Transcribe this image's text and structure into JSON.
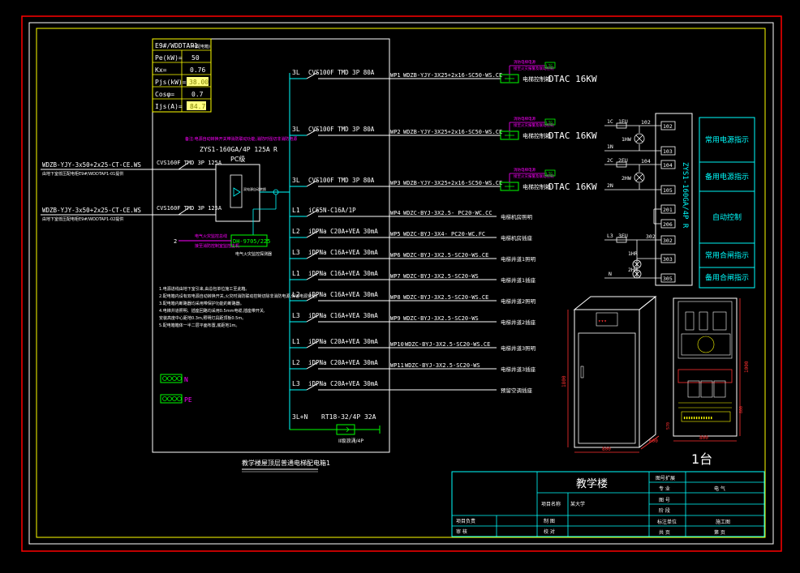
{
  "colors": {
    "background": "#000000",
    "frame_outer": "#ff0000",
    "frame_inner": "#ffffff",
    "frame_yellow": "#ffff00",
    "cyan": "#00ffff",
    "white": "#ffffff",
    "yellow": "#ffff00",
    "green": "#00ff00",
    "magenta": "#ff00ff",
    "red": "#ff3030"
  },
  "load_table": {
    "header": "E9#/WDDTAP1",
    "header_note": "#(配电箱)",
    "rows": [
      {
        "label": "Pe(kW)=",
        "value": "50"
      },
      {
        "label": "Kx=",
        "value": "0.76"
      },
      {
        "label": "Pjs(kW)=",
        "value": "38.00"
      },
      {
        "label": "Cosφ=",
        "value": "0.7"
      },
      {
        "label": "Ijs(A)=",
        "value": "84.7"
      }
    ]
  },
  "incoming": {
    "feed1_cable": "WDZB-YJY-3x50+2x25-CT-CE.WS",
    "feed1_note": "由地下室低压配电柜E9#/WDDTAP1-01提供",
    "feed1_breaker": "CVS160F TMD 3P 125A",
    "feed2_cable": "WDZB-YJY-3x50+2x25-CT-CE.WS",
    "feed2_note": "由地下室低压配电柜E9#/WDDTAP1-02提供",
    "feed2_breaker": "CVS160F TMD 3P 125A",
    "ats_model": "ZYS1-160GA/4P 125A",
    "ats_r": "R",
    "ats_pc": "PC级",
    "ats_inner": "双电源自动转换",
    "magenta_note": "备注:电源自动转换开关带消防联动功能,消防时强切非消防电源",
    "fire_monitor_label": "DH-9705/225",
    "fire_monitor_note": "电气火灾监控探测器",
    "fire_line_num": "2",
    "fire_line_note1": "电气火灾监控总线",
    "fire_line_note2": "接至消防控制室监控主机"
  },
  "circuits": [
    {
      "phase": "3L",
      "breaker": "CVS100F TMD 3P 80A",
      "code": "WP1",
      "cable": "WDZB-YJY-3X25+2x16-SC50-WS.CE",
      "load": "电梯控制箱",
      "rating": "DTAC 16KW",
      "type": "elevator"
    },
    {
      "phase": "3L",
      "breaker": "CVS100F TMD 3P 80A",
      "code": "WP2",
      "cable": "WDZB-YJY-3X25+2x16-SC50-WS.CE",
      "load": "电梯控制箱",
      "rating": "DTAC 16KW",
      "type": "elevator"
    },
    {
      "phase": "3L",
      "breaker": "CVS100F TMD 3P 80A",
      "code": "WP3",
      "cable": "WDZB-YJY-3X25+2x16-SC50-WS.CE",
      "load": "电梯控制箱",
      "rating": "DTAC 16KW",
      "type": "elevator"
    },
    {
      "phase": "L1",
      "breaker": "iC65N-C16A/1P",
      "code": "WP4",
      "cable": "WDZC-BYJ-3X2.5- PC20-WC.CC",
      "load": "电梯机房照明",
      "type": "plain"
    },
    {
      "phase": "L2",
      "breaker": "iDPNa C20A+VEA 30mA",
      "code": "WP5",
      "cable": "WDZC-BYJ-3X4- PC20-WC.FC",
      "load": "电梯机房插座",
      "type": "plain"
    },
    {
      "phase": "L3",
      "breaker": "iDPNa C16A+VEA 30mA",
      "code": "WP6",
      "cable": "WDZC-BYJ-3X2.5-SC20-WS.CE",
      "load": "电梯井道1照明",
      "type": "plain"
    },
    {
      "phase": "L1",
      "breaker": "iDPNa C16A+VEA 30mA",
      "code": "WP7",
      "cable": "WDZC-BYJ-3X2.5-SC20-WS",
      "load": "电梯井道1插座",
      "type": "plain"
    },
    {
      "phase": "L2",
      "breaker": "iDPNa C16A+VEA 30mA",
      "code": "WP8",
      "cable": "WDZC-BYJ-3X2.5-SC20-WS.CE",
      "load": "电梯井道2照明",
      "type": "plain"
    },
    {
      "phase": "L3",
      "breaker": "iDPNa C16A+VEA 30mA",
      "code": "WP9",
      "cable": "WDZC-BYJ-3X2.5-SC20-WS",
      "load": "电梯井道2插座",
      "type": "plain"
    },
    {
      "phase": "L1",
      "breaker": "iDPNa C20A+VEA 30mA",
      "code": "WP10",
      "cable": "WDZC-BYJ-3X2.5-SC20-WS.CE",
      "load": "电梯井道3照明",
      "type": "plain"
    },
    {
      "phase": "L2",
      "breaker": "iDPNa C20A+VEA 30mA",
      "code": "WP11",
      "cable": "WDZC-BYJ-3X2.5-SC20-WS",
      "load": "电梯井道3插座",
      "type": "plain"
    },
    {
      "phase": "L3",
      "breaker": "iDPNa C20A+VEA 30mA",
      "code": "",
      "cable": "",
      "load": "预留空调插座",
      "type": "plain"
    }
  ],
  "elevator_sub": {
    "upper": "消防电梯电源",
    "lower": "接至火灾报警及联动控制",
    "tag": "LTG"
  },
  "spd": {
    "phase": "3L+N",
    "model": "RT18-32/4P 32A",
    "label": "II级浪涌/4P"
  },
  "busbars": {
    "n_label": "N",
    "pe_label": "PE"
  },
  "notes": [
    "1.电源进线由地下室引来,由总包单位施工至此箱。",
    "2.配电箱内设有双电源自动转换开关,火灾时消防联动控制切除非消防电源,保证电源安全。",
    "3.配电箱内断路器均采用带保护功能的断路器。",
    "4.电梯井道照明、插座回路均采用0.5mm电缆,插座带开关,",
    "  安装高度中心距地0.3m,照明灯具距顶板0.5m。",
    "5.配电箱箱体一半二层平面布置,底距地1m。"
  ],
  "diagram_title": "教学楼屋顶层普通电梯配电箱1",
  "control": {
    "rows": [
      {
        "left": "1C",
        "fuse": "1FU",
        "num": "102"
      },
      {
        "left": "",
        "fuse": "",
        "num": "103"
      },
      {
        "left": "2C",
        "fuse": "2FU",
        "num": "104"
      },
      {
        "left": "",
        "fuse": "",
        "num": "105"
      },
      {
        "left": "",
        "fuse": "",
        "num": "201"
      },
      {
        "left": "",
        "fuse": "",
        "num": "206"
      },
      {
        "left": "L3",
        "fuse": "3FU",
        "num": "302"
      },
      {
        "left": "",
        "fuse": "",
        "num": "303"
      },
      {
        "left": "",
        "fuse": "",
        "num": "305"
      }
    ],
    "lamp1": "1HW",
    "lamp2": "2HW",
    "lamp3": "1HR",
    "lamp4": "2HR",
    "n1": "1N",
    "n2": "2N",
    "n3": "N",
    "node1": "102",
    "node2": "104",
    "node3": "302",
    "vertical_label": "ZYS1-160GA/4P R",
    "indicators": [
      "常用电源指示",
      "备用电源指示",
      "自动控制",
      "常用合闸指示",
      "备用合闸指示"
    ]
  },
  "cabinet": {
    "height_dim": "1800",
    "width_dim": "800",
    "depth_dim": "600",
    "front_height": "1000",
    "front_width": "800",
    "front_small": "800",
    "side_dim": "570",
    "count": "1台"
  },
  "title_block": {
    "building": "教学楼",
    "project_label": "项目名称",
    "project_value": "某大学",
    "r1c1": "图号扩展",
    "r2c1": "专  业",
    "r2c2": "电  气",
    "r3c1": "图  号",
    "r4c1": "阶  段",
    "r5c1": "标注单位",
    "r5c2": "施工图",
    "r6c1": "共  页",
    "r6c2": "第  页",
    "left_r1": "项目负责",
    "left_r2": "审  核",
    "mid_r1": "制  图",
    "mid_r2": "校  对"
  }
}
